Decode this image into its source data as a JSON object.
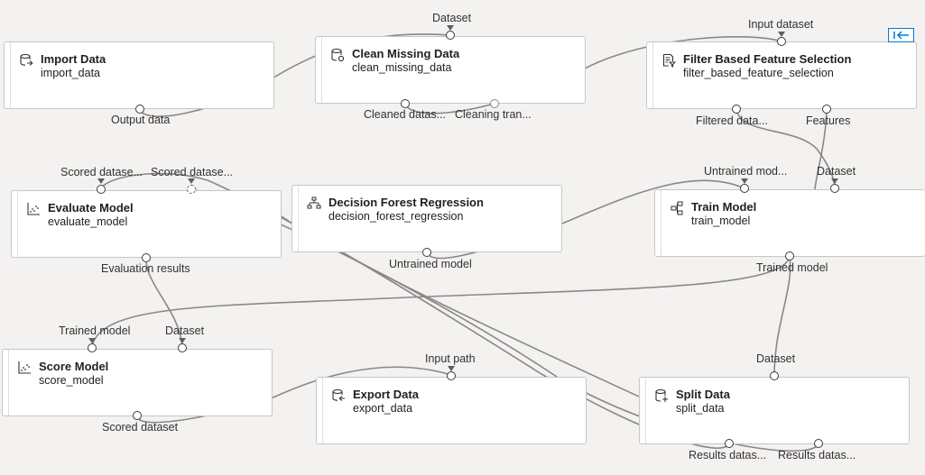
{
  "nodes": {
    "import_data": {
      "title": "Import Data",
      "name": "import_data",
      "out_label": "Output data"
    },
    "clean_missing": {
      "title": "Clean Missing Data",
      "name": "clean_missing_data",
      "in_label": "Dataset",
      "out1_label": "Cleaned datas...",
      "out2_label": "Cleaning tran..."
    },
    "filter_feature": {
      "title": "Filter Based Feature Selection",
      "name": "filter_based_feature_selection",
      "in_label": "Input dataset",
      "out1_label": "Filtered data...",
      "out2_label": "Features"
    },
    "evaluate_model": {
      "title": "Evaluate Model",
      "name": "evaluate_model",
      "in1_label": "Scored datase...",
      "in2_label": "Scored datase...",
      "out_label": "Evaluation results"
    },
    "decision_forest": {
      "title": "Decision Forest Regression",
      "name": "decision_forest_regression",
      "out_label": "Untrained model"
    },
    "train_model": {
      "title": "Train Model",
      "name": "train_model",
      "in1_label": "Untrained mod...",
      "in2_label": "Dataset",
      "out_label": "Trained model"
    },
    "score_model": {
      "title": "Score Model",
      "name": "score_model",
      "in1_label": "Trained model",
      "in2_label": "Dataset",
      "out_label": "Scored dataset"
    },
    "export_data": {
      "title": "Export Data",
      "name": "export_data",
      "in_label": "Input path"
    },
    "split_data": {
      "title": "Split Data",
      "name": "split_data",
      "in_label": "Dataset",
      "out1_label": "Results datas...",
      "out2_label": "Results datas..."
    }
  },
  "icons": {
    "import_data": "database-import-icon",
    "clean_missing": "database-clean-icon",
    "filter_feature": "filter-document-icon",
    "evaluate_model": "scatter-chart-icon",
    "decision_forest": "tree-icon",
    "train_model": "flow-icon",
    "score_model": "scatter-chart-icon",
    "export_data": "database-export-icon",
    "split_data": "database-split-icon"
  },
  "colors": {
    "accent": "#0078d4",
    "edge": "#8a8886",
    "canvas": "#f3f2f1"
  }
}
